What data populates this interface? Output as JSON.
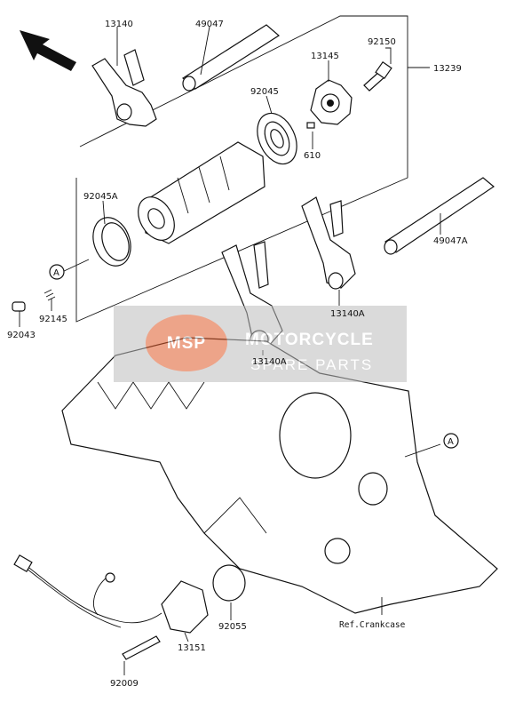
{
  "labels": {
    "p13140": "13140",
    "p49047": "49047",
    "p92150": "92150",
    "p13239": "13239",
    "p13145": "13145",
    "p92045": "92045",
    "p610": "610",
    "p92045A": "92045A",
    "p49047A": "49047A",
    "pA_left": "A",
    "p92145": "92145",
    "p92043": "92043",
    "p13140A_right": "13140A",
    "p13140A_center": "13140A",
    "pA_right": "A",
    "p92055": "92055",
    "p13151": "13151",
    "p92009": "92009",
    "ref_crankcase": "Ref.Crankcase"
  },
  "watermark": {
    "logo_text": "MSP",
    "line1": "MOTORCYCLE",
    "line2": "SPARE PARTS",
    "color": "#e05a2a"
  },
  "icons": {
    "direction_arrow": "front-direction-arrow-icon"
  }
}
